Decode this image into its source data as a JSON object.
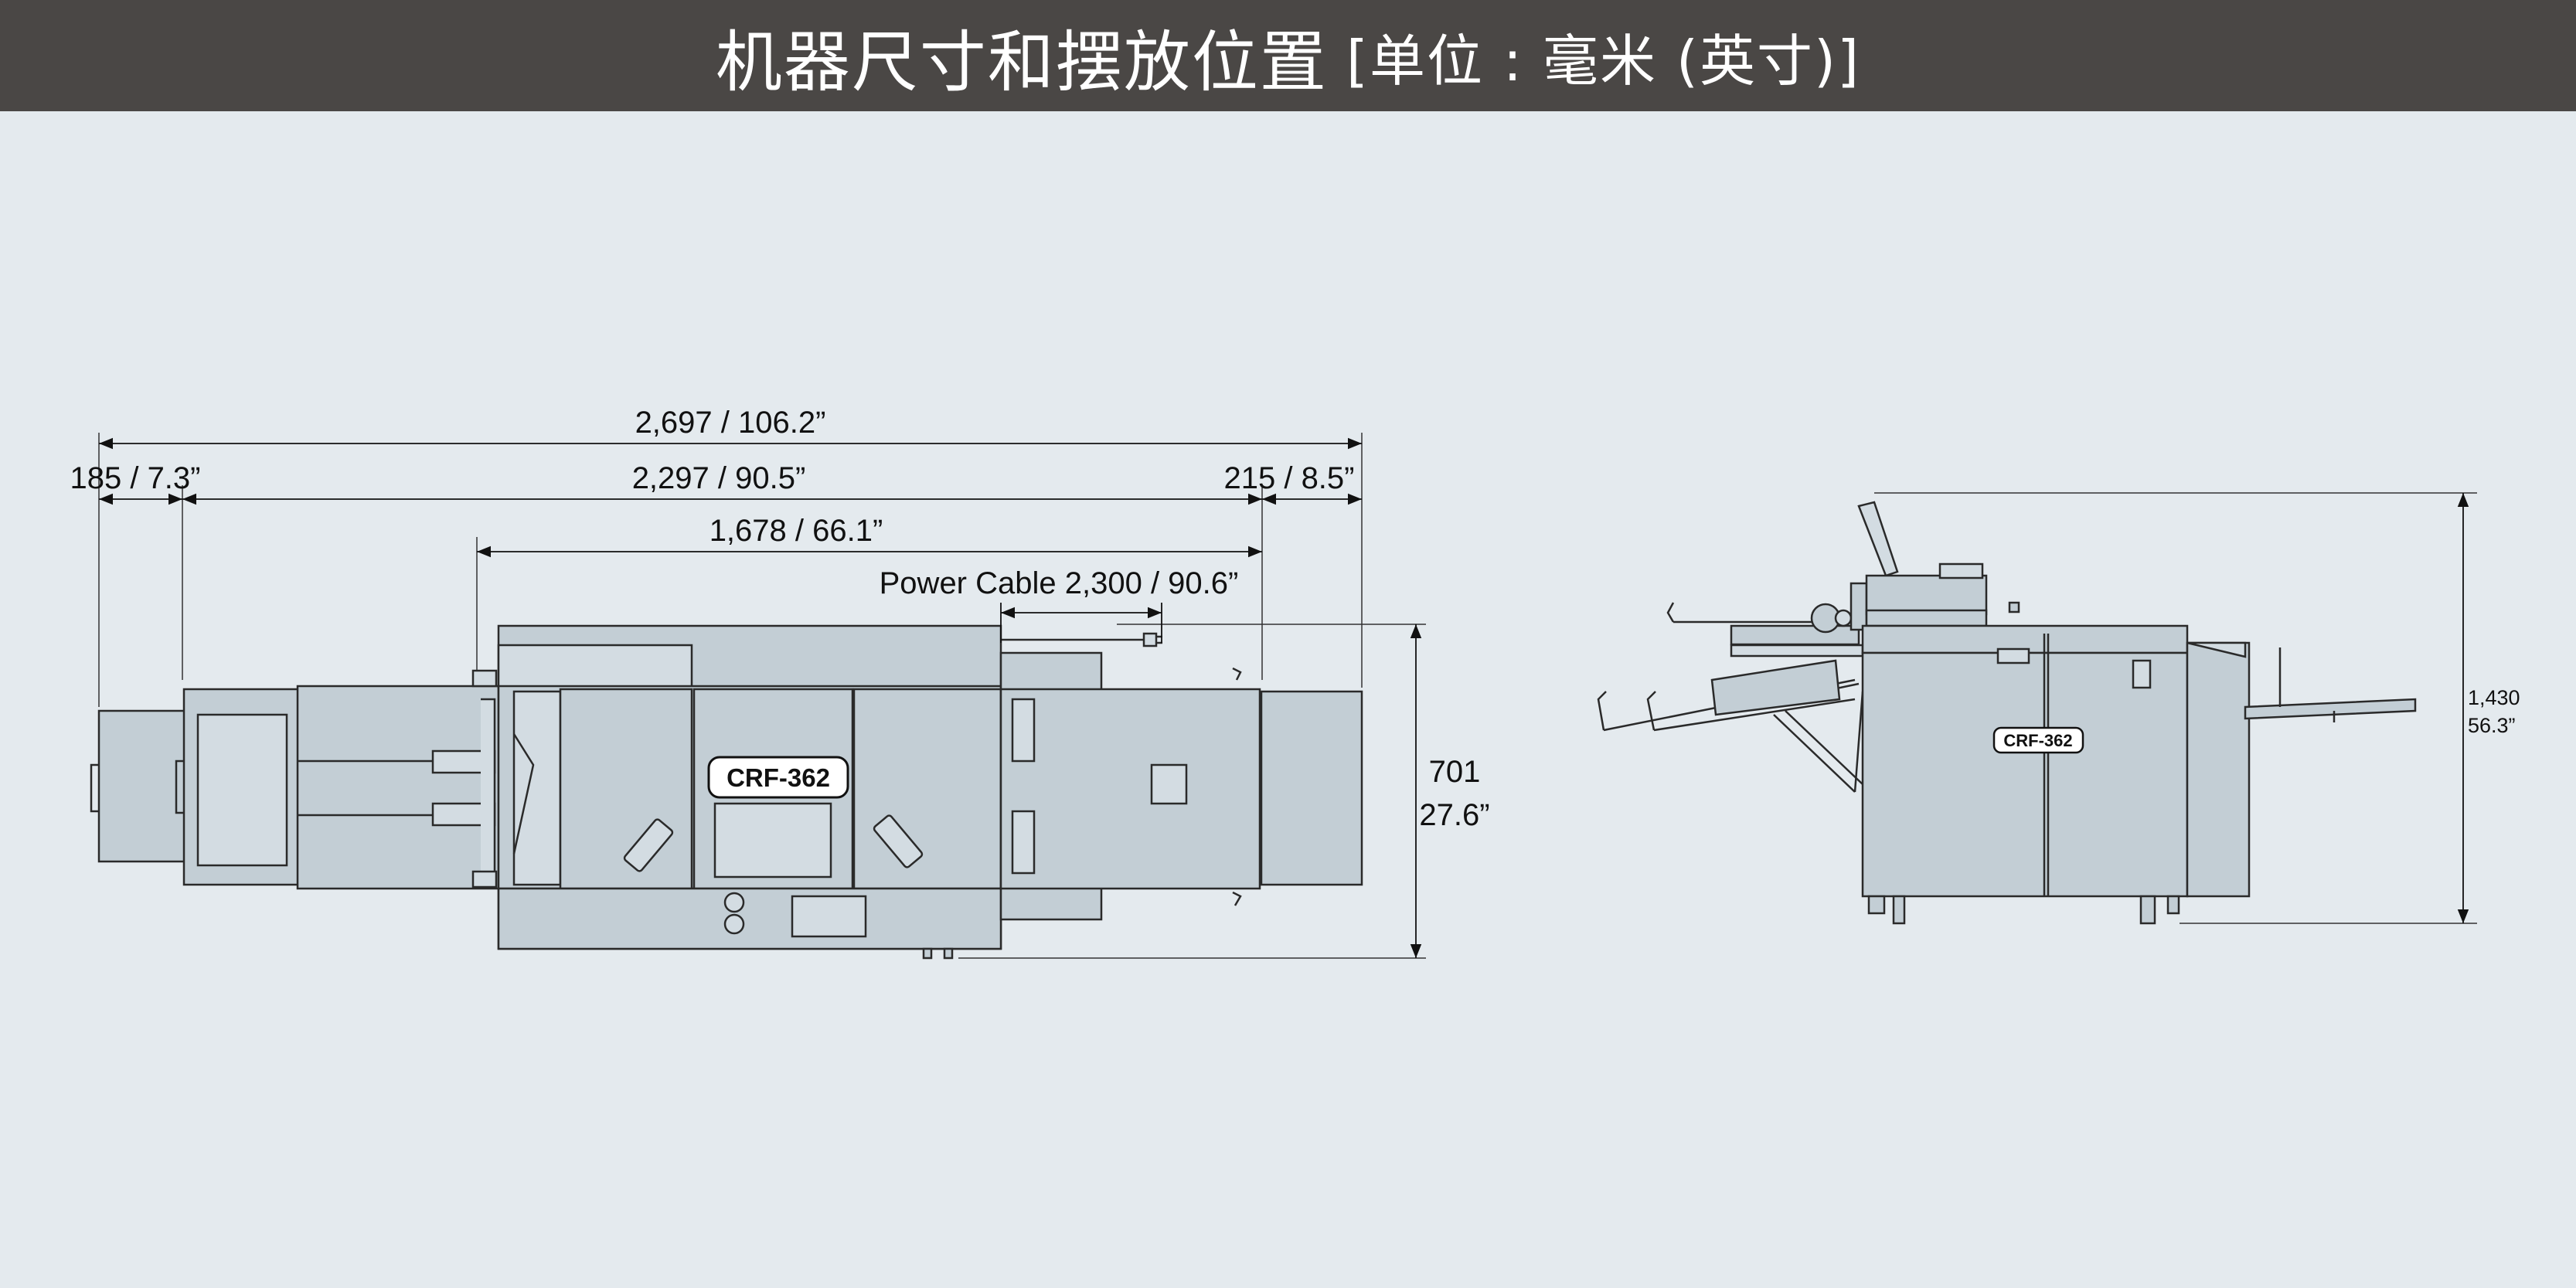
{
  "title": {
    "main": "机器尺寸和摆放位置",
    "unit": "[单位 : 毫米 (英寸)]"
  },
  "top_view": {
    "overall_length": "2,697 / 106.2”",
    "left_extension": "185 / 7.3”",
    "main_length": "2,297 / 90.5”",
    "right_extension": "215 / 8.5”",
    "center_length": "1,678 / 66.1”",
    "power_cable": "Power Cable 2,300 / 90.6”",
    "depth_mm": "701",
    "depth_in": "27.6”",
    "model_badge": "CRF-362"
  },
  "side_view": {
    "height_mm": "1,430",
    "height_in": "56.3”",
    "model_badge": "CRF-362"
  },
  "colors": {
    "title_bar": "#4a4745",
    "background": "#e4eaee",
    "machine_fill": "#c3ced5",
    "outline": "#2a2a2a"
  }
}
